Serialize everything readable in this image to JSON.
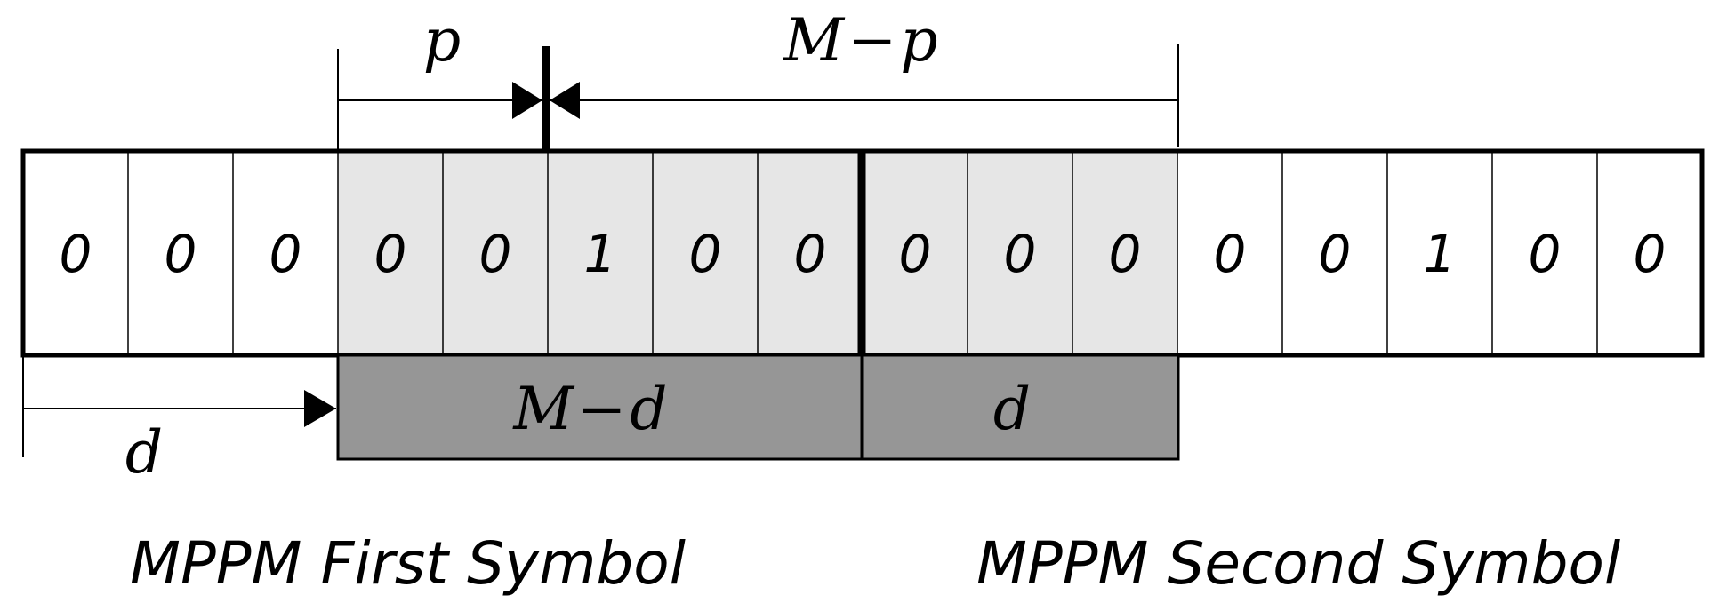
{
  "slots": [
    "0",
    "0",
    "0",
    "0",
    "0",
    "1",
    "0",
    "0",
    "0",
    "0",
    "0",
    "0",
    "0",
    "1",
    "0",
    "0"
  ],
  "labels": {
    "p": "p",
    "m_minus_p": {
      "m": "M",
      "op": "−",
      "var": "p"
    },
    "m_minus_d": {
      "m": "M",
      "op": "−",
      "var": "d"
    },
    "d_block": "d",
    "d_arrow": "d"
  },
  "captions": {
    "first": "MPPM First Symbol",
    "second": "MPPM Second Symbol"
  },
  "colors": {
    "light_fill": "#e6e6e6",
    "dark_fill": "#969696",
    "stroke": "#000000"
  }
}
